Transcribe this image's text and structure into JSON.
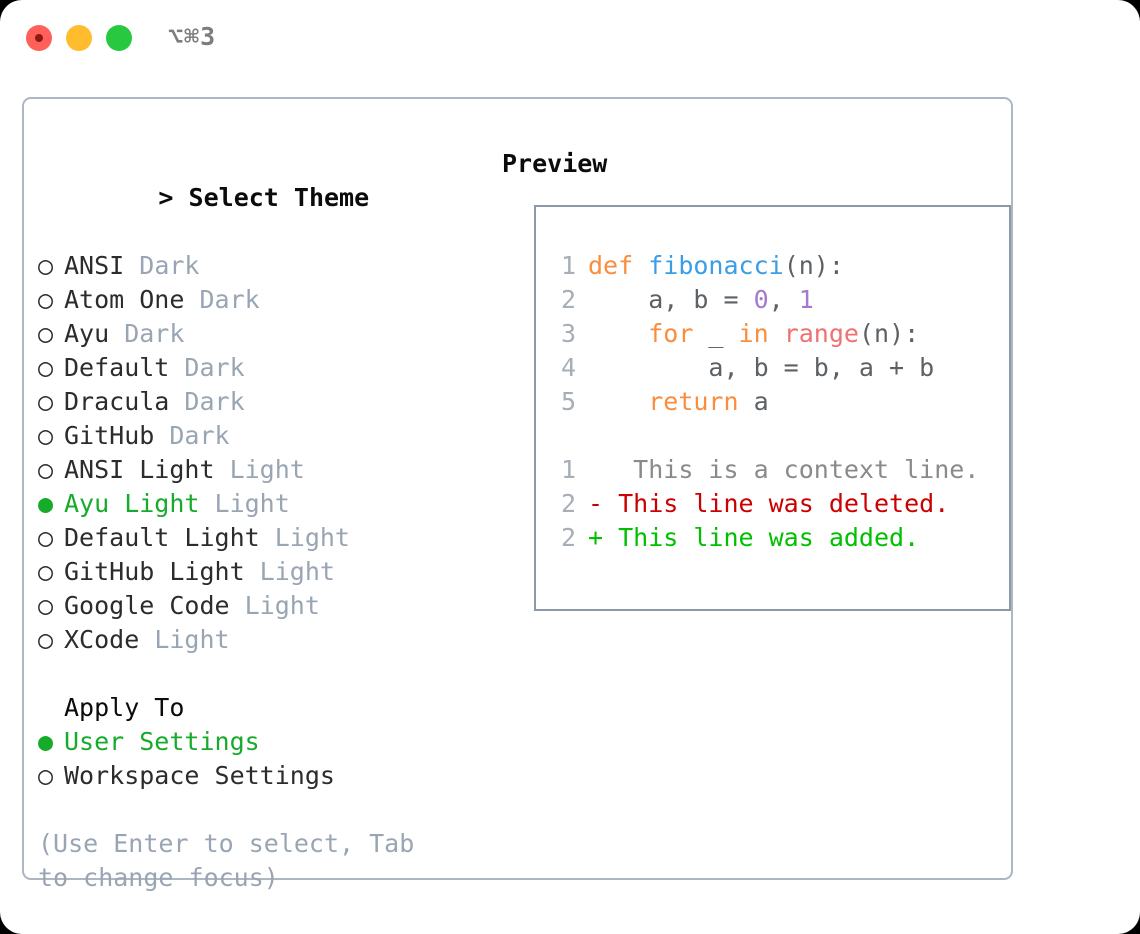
{
  "titlebar": {
    "shortcut": "⌥⌘3",
    "dots": [
      "close-dot",
      "minimize-dot",
      "maximize-dot"
    ]
  },
  "theme_picker": {
    "heading": "> Select Theme",
    "heading_caret": ">",
    "heading_text": "Select Theme",
    "marker_selected": "●",
    "marker_unselected": "○",
    "items": [
      {
        "marker": "○",
        "label": "ANSI",
        "suffix": "Dark",
        "selected": false
      },
      {
        "marker": "○",
        "label": "Atom One",
        "suffix": "Dark",
        "selected": false
      },
      {
        "marker": "○",
        "label": "Ayu",
        "suffix": "Dark",
        "selected": false
      },
      {
        "marker": "○",
        "label": "Default",
        "suffix": "Dark",
        "selected": false
      },
      {
        "marker": "○",
        "label": "Dracula",
        "suffix": "Dark",
        "selected": false
      },
      {
        "marker": "○",
        "label": "GitHub",
        "suffix": "Dark",
        "selected": false
      },
      {
        "marker": "○",
        "label": "ANSI Light",
        "suffix": "Light",
        "selected": false
      },
      {
        "marker": "●",
        "label": "Ayu Light",
        "suffix": "Light",
        "selected": true
      },
      {
        "marker": "○",
        "label": "Default Light",
        "suffix": "Light",
        "selected": false
      },
      {
        "marker": "○",
        "label": "GitHub Light",
        "suffix": "Light",
        "selected": false
      },
      {
        "marker": "○",
        "label": "Google Code",
        "suffix": "Light",
        "selected": false
      },
      {
        "marker": "○",
        "label": "XCode",
        "suffix": "Light",
        "selected": false
      }
    ]
  },
  "apply_to": {
    "heading": "Apply To",
    "items": [
      {
        "marker": "●",
        "label": "User Settings",
        "selected": true
      },
      {
        "marker": "○",
        "label": "Workspace Settings",
        "selected": false
      }
    ]
  },
  "hint": "(Use Enter to select, Tab to change focus)",
  "preview": {
    "heading": "Preview",
    "code_lines": [
      {
        "number": "1",
        "tokens": [
          {
            "text": "def ",
            "type": "keyword"
          },
          {
            "text": "fibonacci",
            "type": "function"
          },
          {
            "text": "(n):",
            "type": "text"
          }
        ]
      },
      {
        "number": "2",
        "tokens": [
          {
            "text": "    a, b = ",
            "type": "text"
          },
          {
            "text": "0",
            "type": "number"
          },
          {
            "text": ", ",
            "type": "text"
          },
          {
            "text": "1",
            "type": "number"
          }
        ]
      },
      {
        "number": "3",
        "tokens": [
          {
            "text": "    ",
            "type": "text"
          },
          {
            "text": "for",
            "type": "keyword"
          },
          {
            "text": " _ ",
            "type": "text"
          },
          {
            "text": "in",
            "type": "keyword"
          },
          {
            "text": " ",
            "type": "text"
          },
          {
            "text": "range",
            "type": "call"
          },
          {
            "text": "(n):",
            "type": "text"
          }
        ]
      },
      {
        "number": "4",
        "tokens": [
          {
            "text": "        a, b = b, a + b",
            "type": "text"
          }
        ]
      },
      {
        "number": "5",
        "tokens": [
          {
            "text": "    ",
            "type": "text"
          },
          {
            "text": "return",
            "type": "keyword"
          },
          {
            "text": " a",
            "type": "text"
          }
        ]
      }
    ],
    "diff_lines": [
      {
        "number": "1",
        "marker": " ",
        "text": "  This is a context line.",
        "type": "context"
      },
      {
        "number": "2",
        "marker": "-",
        "text": " This line was deleted.",
        "type": "deleted"
      },
      {
        "number": "2",
        "marker": "+",
        "text": " This line was added.",
        "type": "added"
      }
    ]
  },
  "colors": {
    "accent_green": "#17ab2b",
    "diff_added": "#00c000",
    "diff_deleted": "#cc0000",
    "keyword": "#fa8d3e",
    "function": "#399ee6",
    "number": "#a37acc",
    "call": "#f07171",
    "muted": "#9aa5b4",
    "border": "#aeb6c2"
  }
}
